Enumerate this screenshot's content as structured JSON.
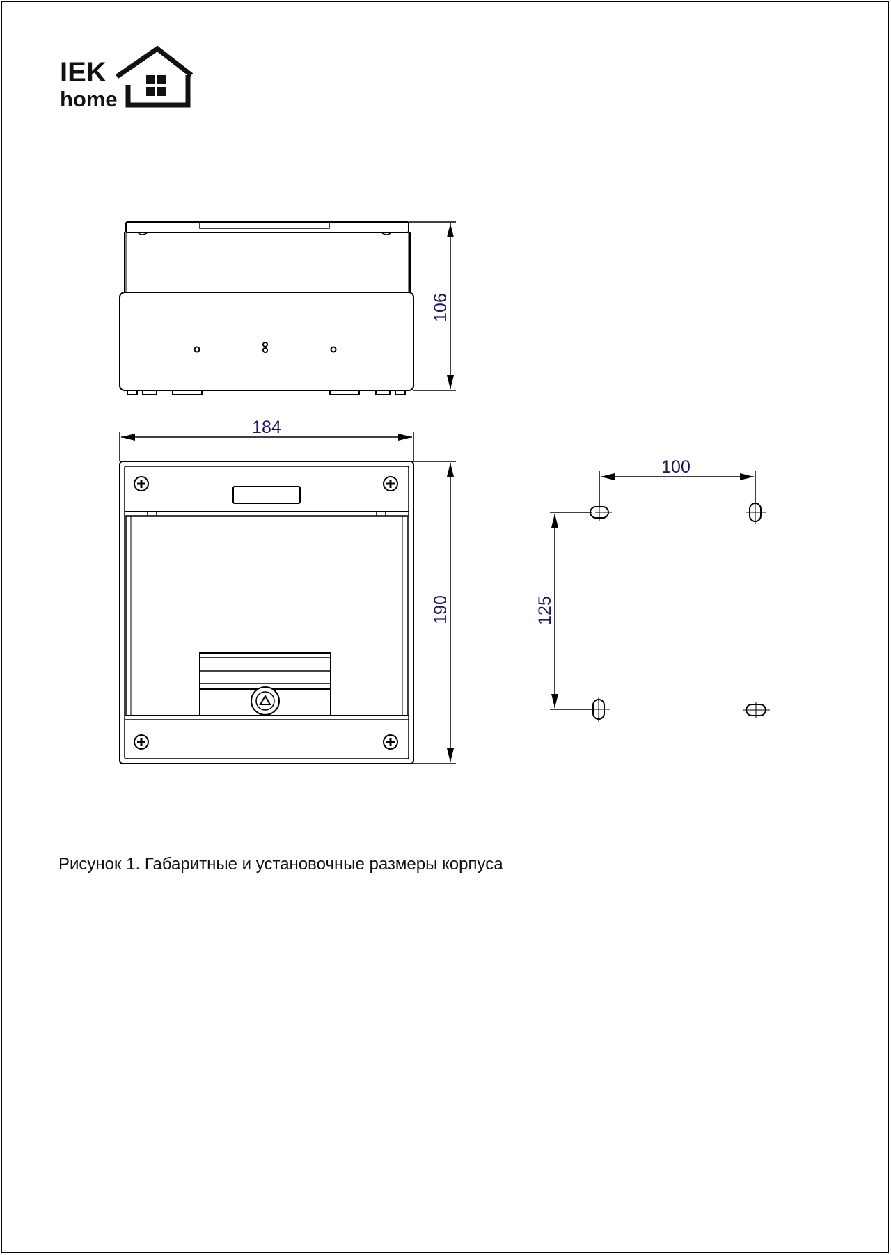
{
  "logo": {
    "brand": "IEK",
    "sub": "home"
  },
  "dimensions": {
    "height_side_view": "106",
    "width_front_view": "184",
    "height_front_view": "190",
    "mounting_horizontal": "100",
    "mounting_vertical": "125"
  },
  "caption": "Рисунок 1. Габаритные и установочные размеры корпуса",
  "colors": {
    "line": "#000000",
    "dimension_text": "#1a1a5e"
  }
}
